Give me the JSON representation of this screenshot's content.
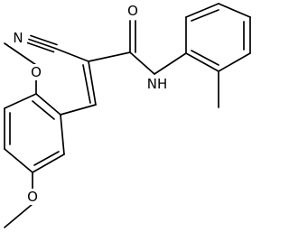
{
  "molecule": {
    "atoms": [
      {
        "id": "n_cyano",
        "label": "N"
      },
      {
        "id": "o_carbonyl",
        "label": "O"
      },
      {
        "id": "nh_amide",
        "label": "NH"
      },
      {
        "id": "o_methoxy_top",
        "label": "O"
      },
      {
        "id": "o_methoxy_bottom",
        "label": "O"
      }
    ]
  },
  "colors": {
    "bond": "#000000",
    "label": "#000000",
    "background": "#ffffff"
  }
}
